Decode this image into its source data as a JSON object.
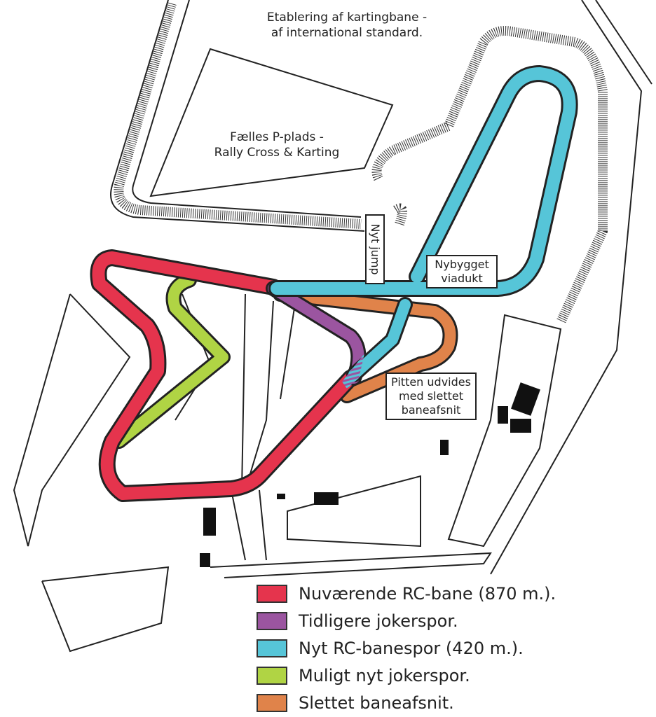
{
  "labels": {
    "karting": [
      "Etablering af kartingbane -",
      "af international standard."
    ],
    "parking": [
      "Fælles P-plads -",
      "Rally Cross & Karting"
    ],
    "jump": "Nyt jump",
    "viaduct": [
      "Nybygget",
      "viadukt"
    ],
    "pit": [
      "Pitten udvides",
      "med slettet",
      "baneafsnit"
    ]
  },
  "legend": [
    {
      "label": "Nuværende RC-bane (870 m.).",
      "color": "#e5344d"
    },
    {
      "label": "Tidligere jokerspor.",
      "color": "#9b55a0"
    },
    {
      "label": "Nyt RC-banespor (420 m.).",
      "color": "#56c5d8"
    },
    {
      "label": "Muligt nyt jokerspor.",
      "color": "#b0d444"
    },
    {
      "label": "Slettet baneafsnit.",
      "color": "#e0834a"
    }
  ]
}
